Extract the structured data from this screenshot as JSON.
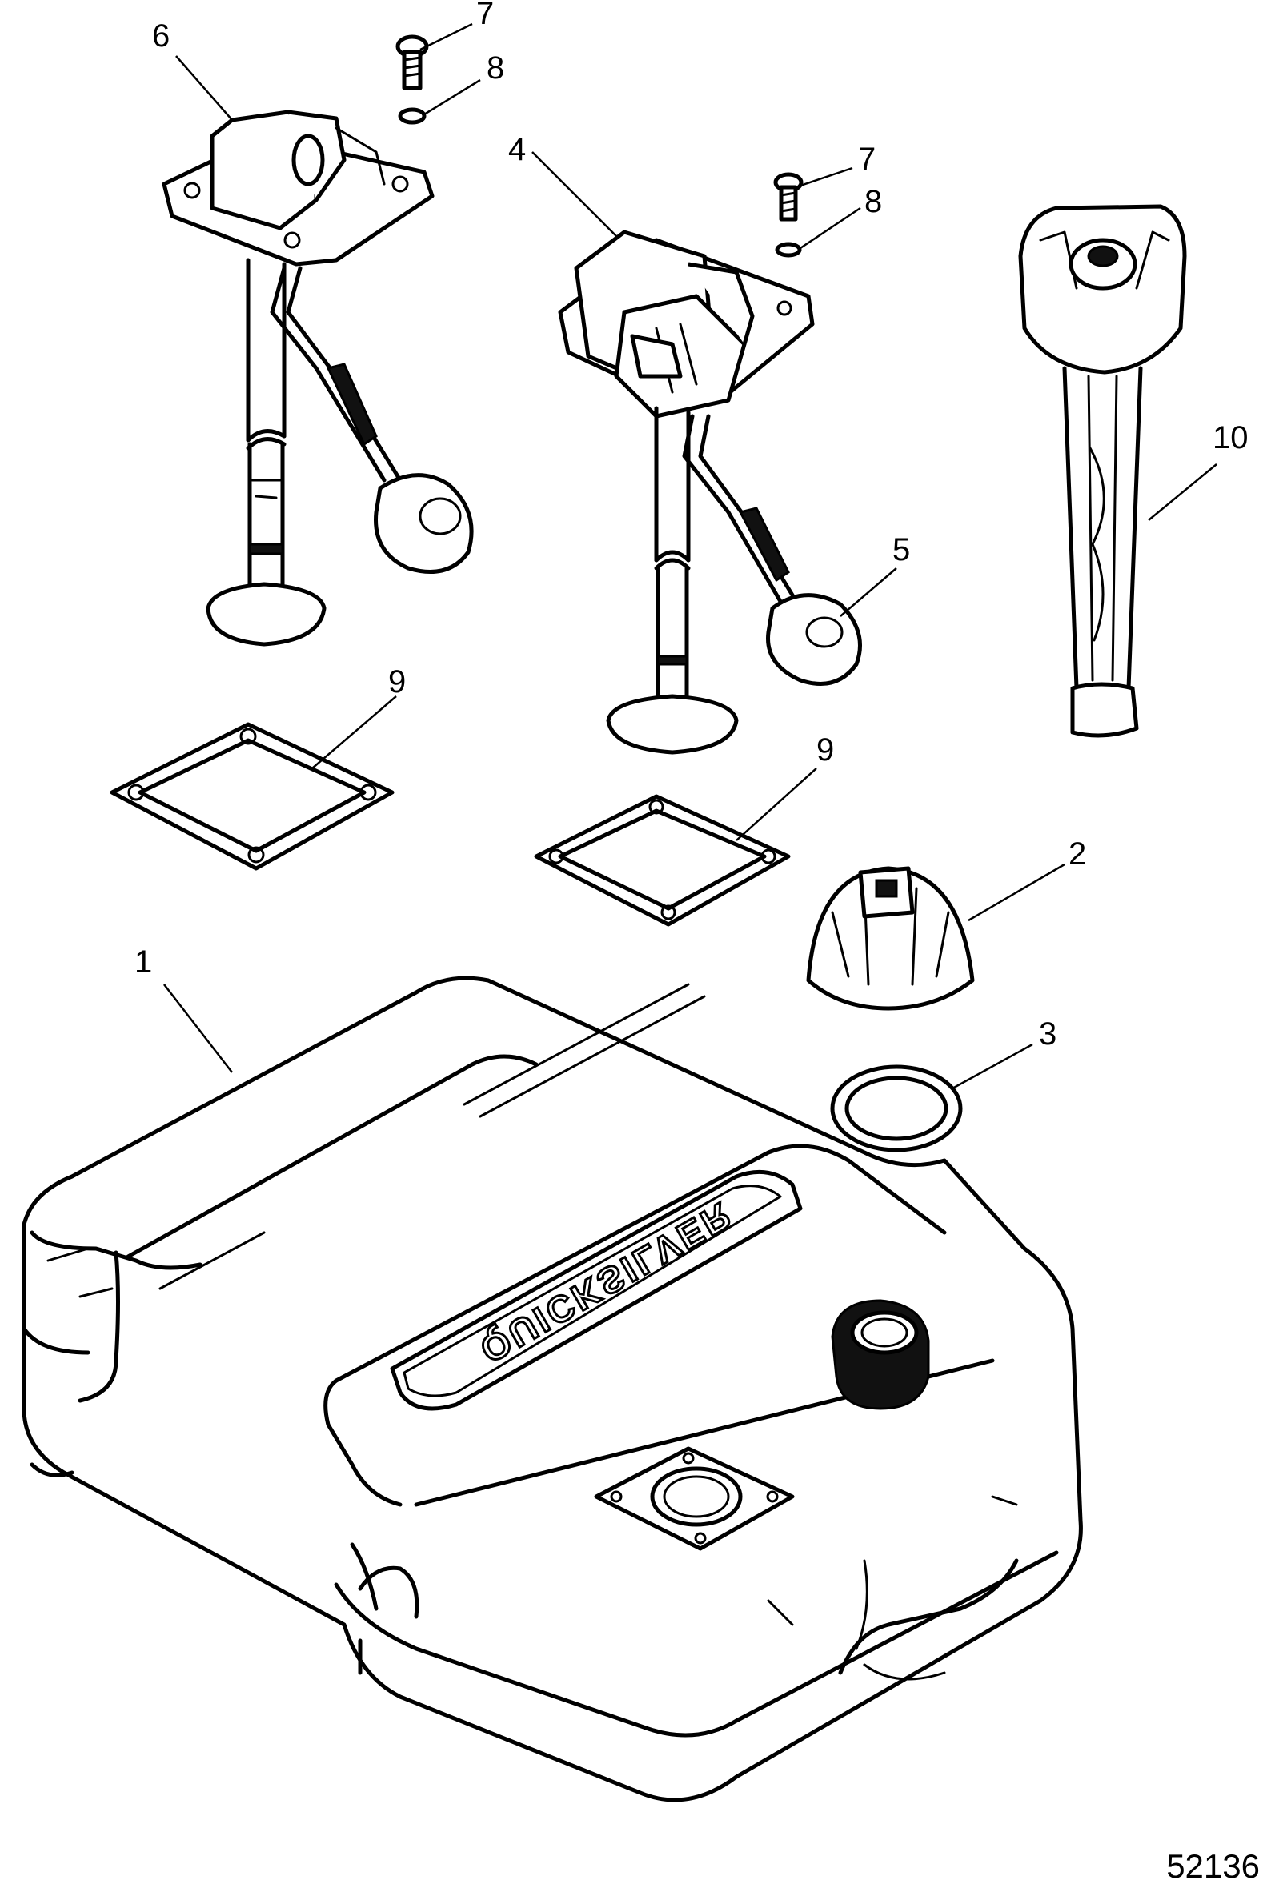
{
  "logo_text": "QUICKSILVER",
  "figure_number": "52136",
  "callouts": [
    {
      "id": "1",
      "label": "1"
    },
    {
      "id": "2",
      "label": "2"
    },
    {
      "id": "3",
      "label": "3"
    },
    {
      "id": "4",
      "label": "4"
    },
    {
      "id": "5",
      "label": "5"
    },
    {
      "id": "6",
      "label": "6"
    },
    {
      "id": "7a",
      "label": "7"
    },
    {
      "id": "8a",
      "label": "8"
    },
    {
      "id": "7b",
      "label": "7"
    },
    {
      "id": "8b",
      "label": "8"
    },
    {
      "id": "9a",
      "label": "9"
    },
    {
      "id": "9b",
      "label": "9"
    },
    {
      "id": "10",
      "label": "10"
    }
  ]
}
